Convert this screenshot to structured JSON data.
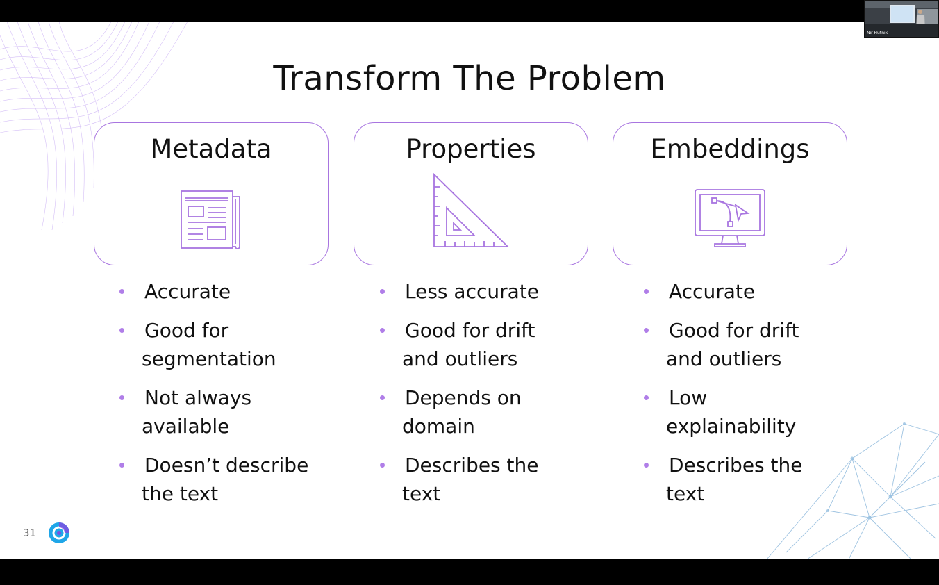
{
  "slide": {
    "title": "Transform The Problem",
    "page_number": "31",
    "accent_color": "#a875e0",
    "columns": [
      {
        "title": "Metadata",
        "icon": "newspaper-icon",
        "bullets": [
          "Accurate",
          "Good for segmentation",
          "Not always available",
          "Doesn’t describe the text"
        ]
      },
      {
        "title": "Properties",
        "icon": "set-square-ruler-icon",
        "bullets": [
          "Less accurate",
          "Good for drift and outliers",
          "Depends on domain",
          "Describes the text"
        ]
      },
      {
        "title": "Embeddings",
        "icon": "monitor-vector-curve-icon",
        "bullets": [
          "Accurate",
          "Good for drift and outliers",
          "Low explainability",
          "Describes the text"
        ]
      }
    ]
  },
  "video": {
    "participant_name": "Nir Hutnik"
  }
}
